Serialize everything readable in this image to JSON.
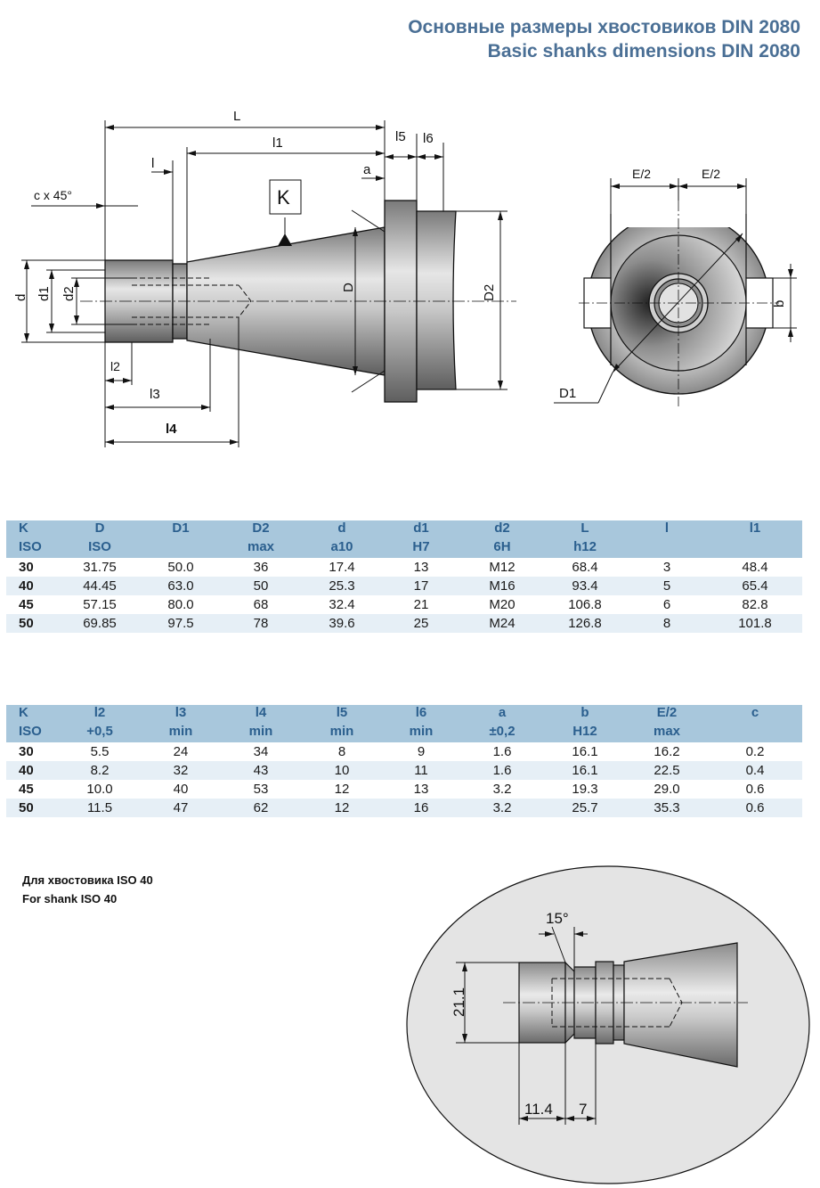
{
  "header": {
    "title_ru": "Основные размеры хвостовиков DIN 2080",
    "title_en": "Basic shanks dimensions DIN 2080"
  },
  "drawing": {
    "label_L": "L",
    "label_l1": "l1",
    "label_l": "l",
    "label_c": "c x 45°",
    "label_K": "K",
    "label_a": "a",
    "label_l5": "l5",
    "label_l6": "l6",
    "label_d": "d",
    "label_d1": "d1",
    "label_d2": "d2",
    "label_D": "D",
    "label_D2": "D2",
    "label_l2": "l2",
    "label_l3": "l3",
    "label_l4": "l4",
    "label_E2a": "E/2",
    "label_E2b": "E/2",
    "label_b": "b",
    "label_D1": "D1"
  },
  "table1": {
    "headers": [
      [
        "K",
        "ISO"
      ],
      [
        "D",
        "ISO"
      ],
      [
        "D1",
        ""
      ],
      [
        "D2",
        "max"
      ],
      [
        "d",
        "a10"
      ],
      [
        "d1",
        "H7"
      ],
      [
        "d2",
        "6H"
      ],
      [
        "L",
        "h12"
      ],
      [
        "l",
        ""
      ],
      [
        "l1",
        ""
      ]
    ],
    "rows": [
      [
        "30",
        "31.75",
        "50.0",
        "36",
        "17.4",
        "13",
        "M12",
        "68.4",
        "3",
        "48.4"
      ],
      [
        "40",
        "44.45",
        "63.0",
        "50",
        "25.3",
        "17",
        "M16",
        "93.4",
        "5",
        "65.4"
      ],
      [
        "45",
        "57.15",
        "80.0",
        "68",
        "32.4",
        "21",
        "M20",
        "106.8",
        "6",
        "82.8"
      ],
      [
        "50",
        "69.85",
        "97.5",
        "78",
        "39.6",
        "25",
        "M24",
        "126.8",
        "8",
        "101.8"
      ]
    ]
  },
  "table2": {
    "headers": [
      [
        "K",
        "ISO"
      ],
      [
        "l2",
        "+0,5"
      ],
      [
        "l3",
        "min"
      ],
      [
        "l4",
        "min"
      ],
      [
        "l5",
        "min"
      ],
      [
        "l6",
        "min"
      ],
      [
        "a",
        "±0,2"
      ],
      [
        "b",
        "H12"
      ],
      [
        "E/2",
        "max"
      ],
      [
        "c",
        ""
      ]
    ],
    "rows": [
      [
        "30",
        "5.5",
        "24",
        "34",
        "8",
        "9",
        "1.6",
        "16.1",
        "16.2",
        "0.2"
      ],
      [
        "40",
        "8.2",
        "32",
        "43",
        "10",
        "11",
        "1.6",
        "16.1",
        "22.5",
        "0.4"
      ],
      [
        "45",
        "10.0",
        "40",
        "53",
        "12",
        "13",
        "3.2",
        "19.3",
        "29.0",
        "0.6"
      ],
      [
        "50",
        "11.5",
        "47",
        "62",
        "12",
        "16",
        "3.2",
        "25.7",
        "35.3",
        "0.6"
      ]
    ]
  },
  "note": {
    "line_ru": "Для хвостовика  ISO 40",
    "line_en": "For shank  ISO 40"
  },
  "detail": {
    "angle": "15°",
    "dia": "21.1",
    "len1": "11.4",
    "len2": "7"
  }
}
